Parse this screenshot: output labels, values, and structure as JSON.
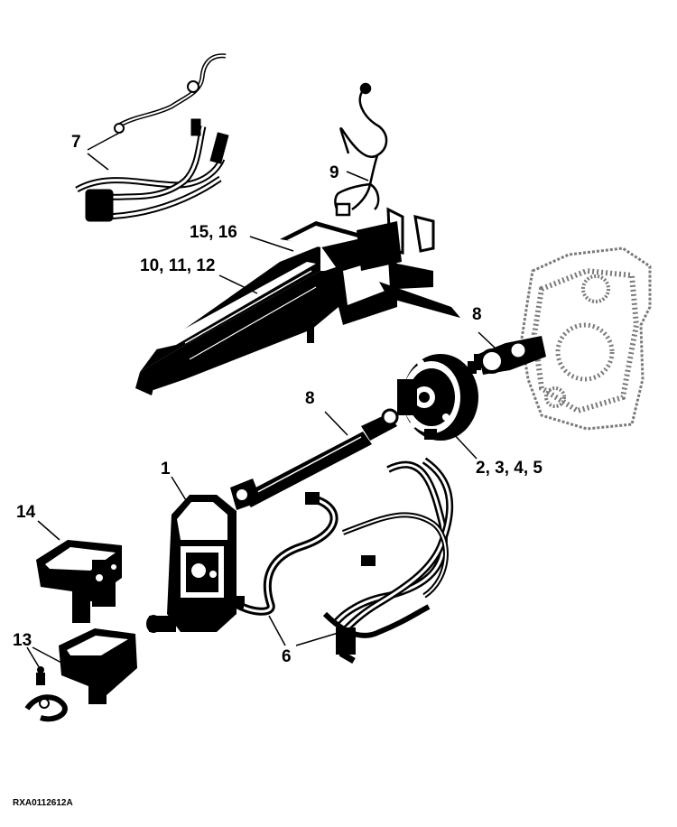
{
  "callouts": {
    "c7": "7",
    "c9": "9",
    "c15_16": "15, 16",
    "c10_11_12": "10, 11, 12",
    "c8_top": "8",
    "c8_mid": "8",
    "c2_3_4_5": "2, 3, 4, 5",
    "c1": "1",
    "c14": "14",
    "c13": "13",
    "c6": "6"
  },
  "figure_code": "RXA0112612A",
  "colors": {
    "ink": "#000000",
    "paper": "#ffffff",
    "halftone": "#7a7a7a"
  }
}
